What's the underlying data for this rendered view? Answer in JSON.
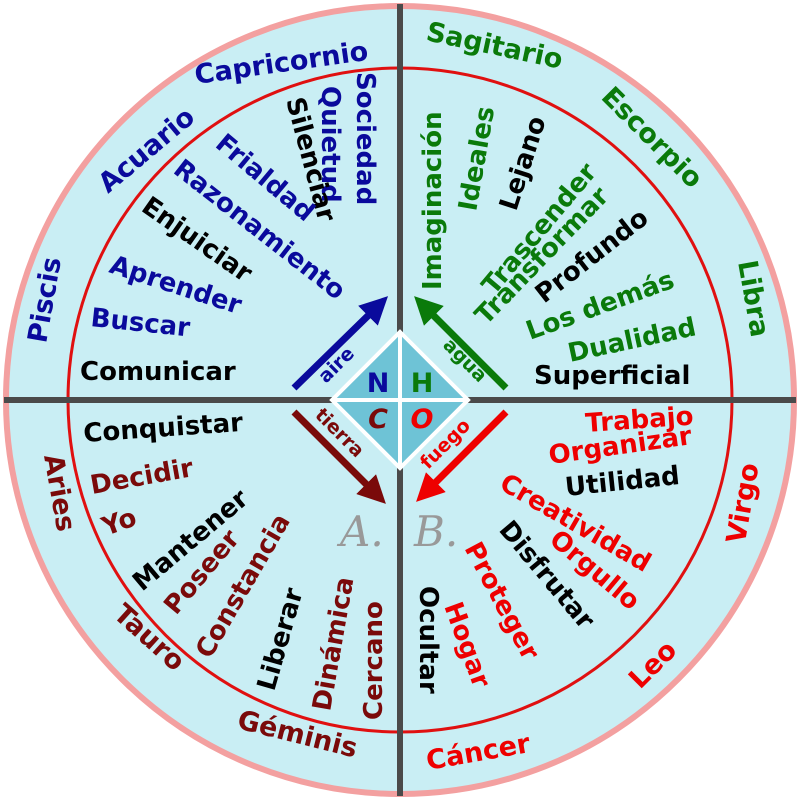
{
  "colors": {
    "ring": "#f3a0a0",
    "fill": "#c9eef4",
    "inner_ring": "#e01010",
    "axis": "#4a4a4a",
    "blue": "#0a0a9c",
    "green": "#0a7a0a",
    "red": "#ee0000",
    "darkred": "#7a0a0a",
    "black": "#000000",
    "diamond": "#6ec3d6",
    "initials": "#999999"
  },
  "signs": {
    "capricornio": "Capricornio",
    "acuario": "Acuario",
    "piscis": "Piscis",
    "sagitario": "Sagitario",
    "escorpio": "Escorpio",
    "libra": "Libra",
    "aries": "Aries",
    "tauro": "Tauro",
    "geminis": "Géminis",
    "virgo": "Virgo",
    "leo": "Leo",
    "cancer": "Cáncer"
  },
  "keywords": {
    "tl": {
      "sociedad": "Sociedad",
      "quietud": "Quietud",
      "silenciar": "Silenciar",
      "frialdad": "Frialdad",
      "razonamiento": "Razonamiento",
      "enjuiciar": "Enjuiciar",
      "aprender": "Aprender",
      "buscar": "Buscar",
      "comunicar": "Comunicar"
    },
    "tr": {
      "imaginacion": "Imaginación",
      "ideales": "Ideales",
      "lejano": "Lejano",
      "trascender": "Trascender",
      "transformar": "Transformar",
      "profundo": "Profundo",
      "los_demas": "Los demás",
      "dualidad": "Dualidad",
      "superficial": "Superficial"
    },
    "bl": {
      "conquistar": "Conquistar",
      "decidir": "Decidir",
      "yo": "Yo",
      "mantener": "Mantener",
      "poseer": "Poseer",
      "constancia": "Constancia",
      "liberar": "Liberar",
      "dinamica": "Dinámica",
      "cercano": "Cercano"
    },
    "br": {
      "trabajo": "Trabajo",
      "organizar": "Organizar",
      "utilidad": "Utilidad",
      "creatividad": "Creatividad",
      "orgullo": "Orgullo",
      "disfrutar": "Disfrutar",
      "proteger": "Proteger",
      "hogar": "Hogar",
      "ocultar": "Ocultar"
    }
  },
  "elements": {
    "aire": "aire",
    "agua": "agua",
    "tierra": "tierra",
    "fuego": "fuego"
  },
  "center": {
    "n": "N",
    "h": "H",
    "c": "C",
    "o": "O"
  },
  "initials": {
    "a": "A.",
    "b": "B."
  }
}
